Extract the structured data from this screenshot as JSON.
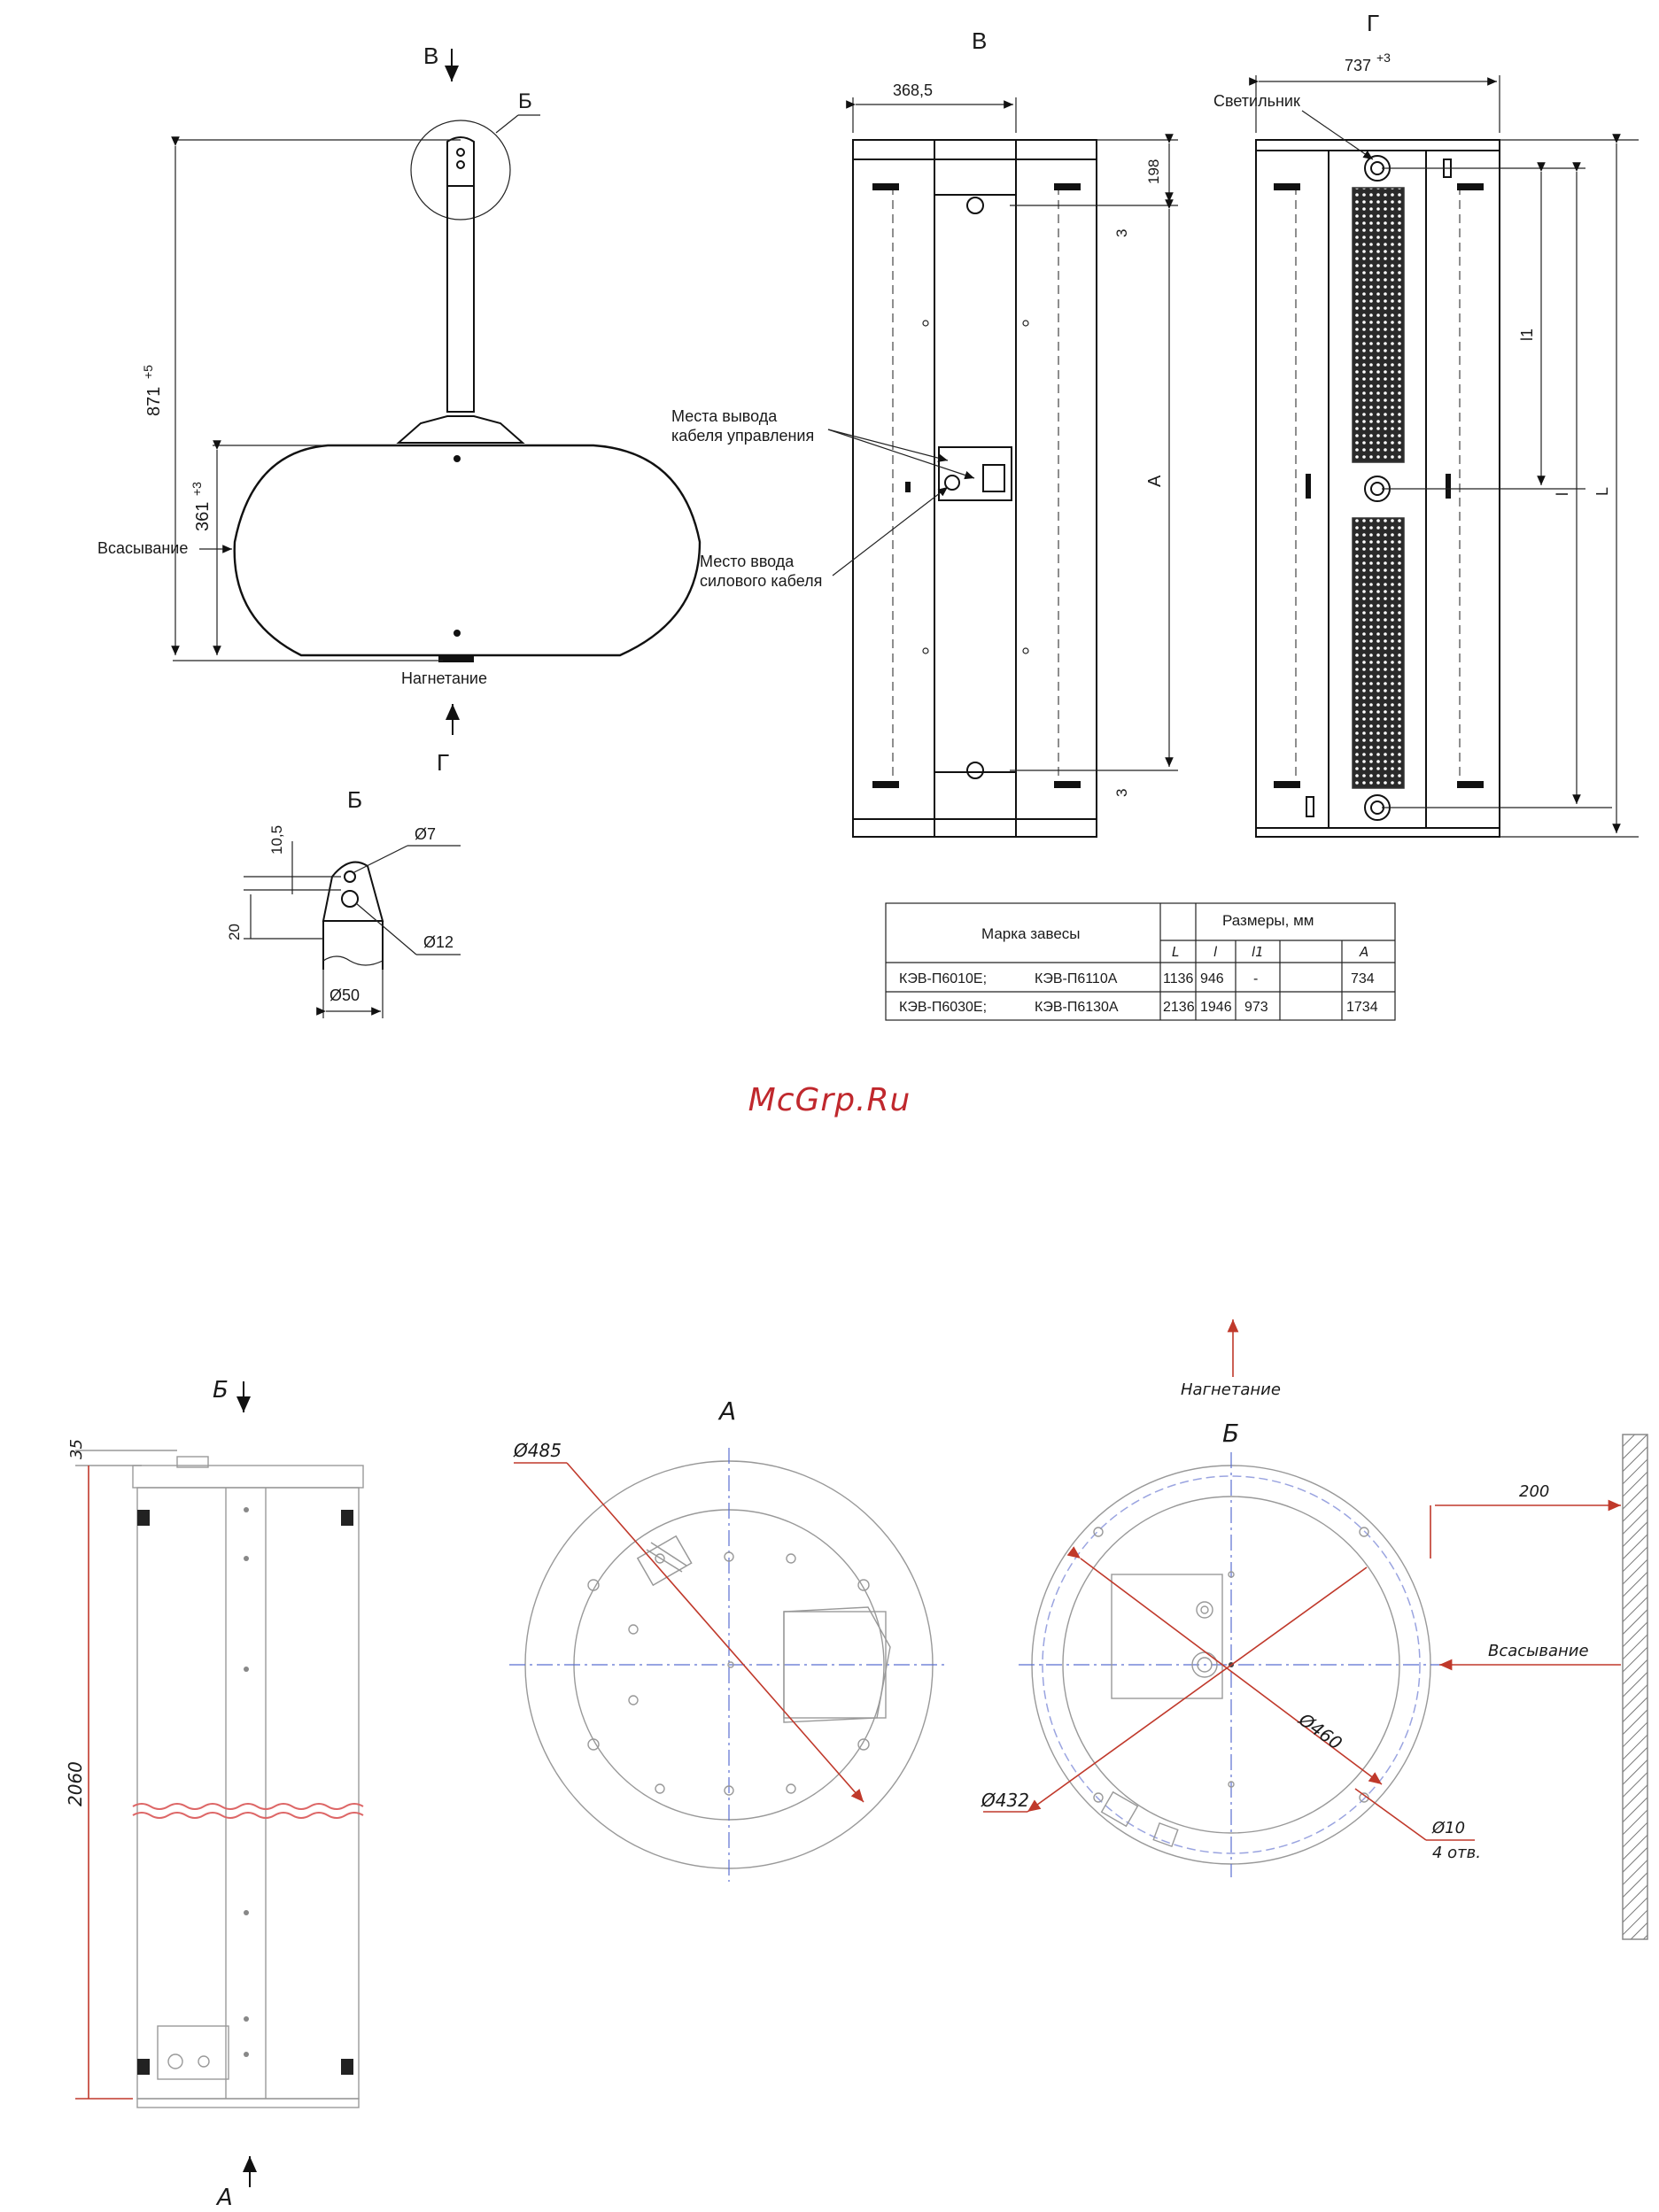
{
  "top": {
    "side_view": {
      "arrow_top": "В",
      "callout": "Б",
      "dim_total": "871",
      "dim_total_tol": "+5",
      "dim_body": "361",
      "dim_body_tol": "+3",
      "inlet": "Всасывание",
      "outlet": "Нагнетание",
      "arrow_bottom": "Г"
    },
    "detail_b": {
      "title": "Б",
      "dim_10_5": "10,5",
      "dim_20": "20",
      "dia_7": "Ø7",
      "dia_12": "Ø12",
      "dia_50": "Ø50"
    },
    "view_v": {
      "title": "В",
      "dim_width": "368,5",
      "dim_198": "198",
      "dim_3_top": "3",
      "dim_3_bottom": "3",
      "dim_a": "А",
      "label_control_cable_1": "Места вывода",
      "label_control_cable_2": "кабеля управления",
      "label_power_cable_1": "Место ввода",
      "label_power_cable_2": "силового кабеля"
    },
    "view_g": {
      "title": "Г",
      "dim_width": "737",
      "dim_width_tol": "+3",
      "lamp": "Светильник",
      "dim_l1": "l1",
      "dim_l": "l",
      "dim_L": "L"
    },
    "table": {
      "col_model": "Марка завесы",
      "col_sizes": "Размеры, мм",
      "subheaders": [
        "L",
        "l",
        "l1",
        "A"
      ],
      "rows": [
        {
          "model_a": "КЭВ-П6010Е;",
          "model_b": "КЭВ-П6110А",
          "L": "1136",
          "l": "946",
          "l1": "-",
          "A": "734"
        },
        {
          "model_a": "КЭВ-П6030Е;",
          "model_b": "КЭВ-П6130А",
          "L": "2136",
          "l": "1946",
          "l1": "973",
          "A": "1734"
        }
      ]
    }
  },
  "watermark": "McGrp.Ru",
  "bottom": {
    "front": {
      "arrow_top": "Б",
      "dim_35": "35",
      "dim_2060": "2060",
      "arrow_bottom": "А"
    },
    "view_a": {
      "title": "А",
      "dia_485": "Ø485"
    },
    "view_b": {
      "top_label": "Нагнетание",
      "title": "Б",
      "dim_200": "200",
      "inlet": "Всасывание",
      "dia_460": "Ø460",
      "dia_432": "Ø432",
      "dia_10": "Ø10",
      "holes": "4 отв."
    }
  },
  "colors": {
    "dimension_red": "#c0392b",
    "centerline_blue": "#5a6fd0",
    "watermark": "#c0282d"
  }
}
